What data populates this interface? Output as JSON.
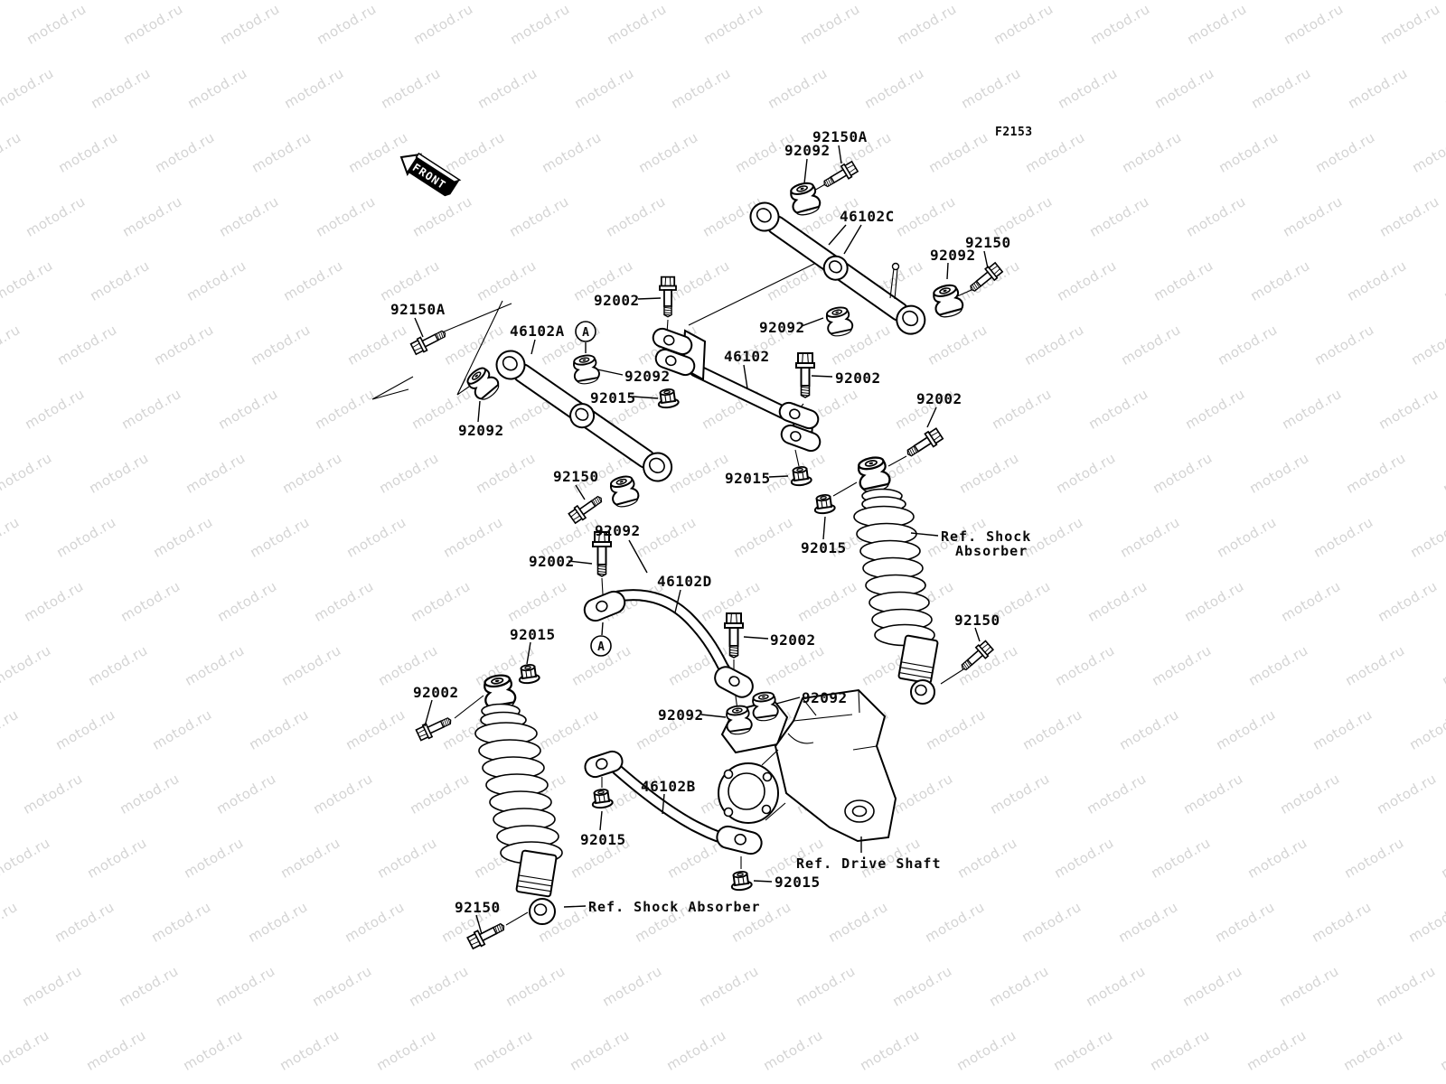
{
  "watermark": {
    "text": "motod.ru",
    "color": "#d4d4d4"
  },
  "figure": {
    "code": "F2153",
    "front_arrow": "FRONT",
    "detail_marker": "A"
  },
  "parts": {
    "p46102": "46102",
    "p46102a": "46102A",
    "p46102b": "46102B",
    "p46102c": "46102C",
    "p46102d": "46102D",
    "p92002": "92002",
    "p92015": "92015",
    "p92092": "92092",
    "p92150": "92150",
    "p92150a": "92150A"
  },
  "refs": {
    "shock_line1": "Ref. Shock",
    "shock_line2": "Absorber",
    "shock_full": "Ref. Shock Absorber",
    "drive_shaft": "Ref. Drive Shaft"
  },
  "colors": {
    "line": "#000000",
    "background": "#ffffff"
  }
}
